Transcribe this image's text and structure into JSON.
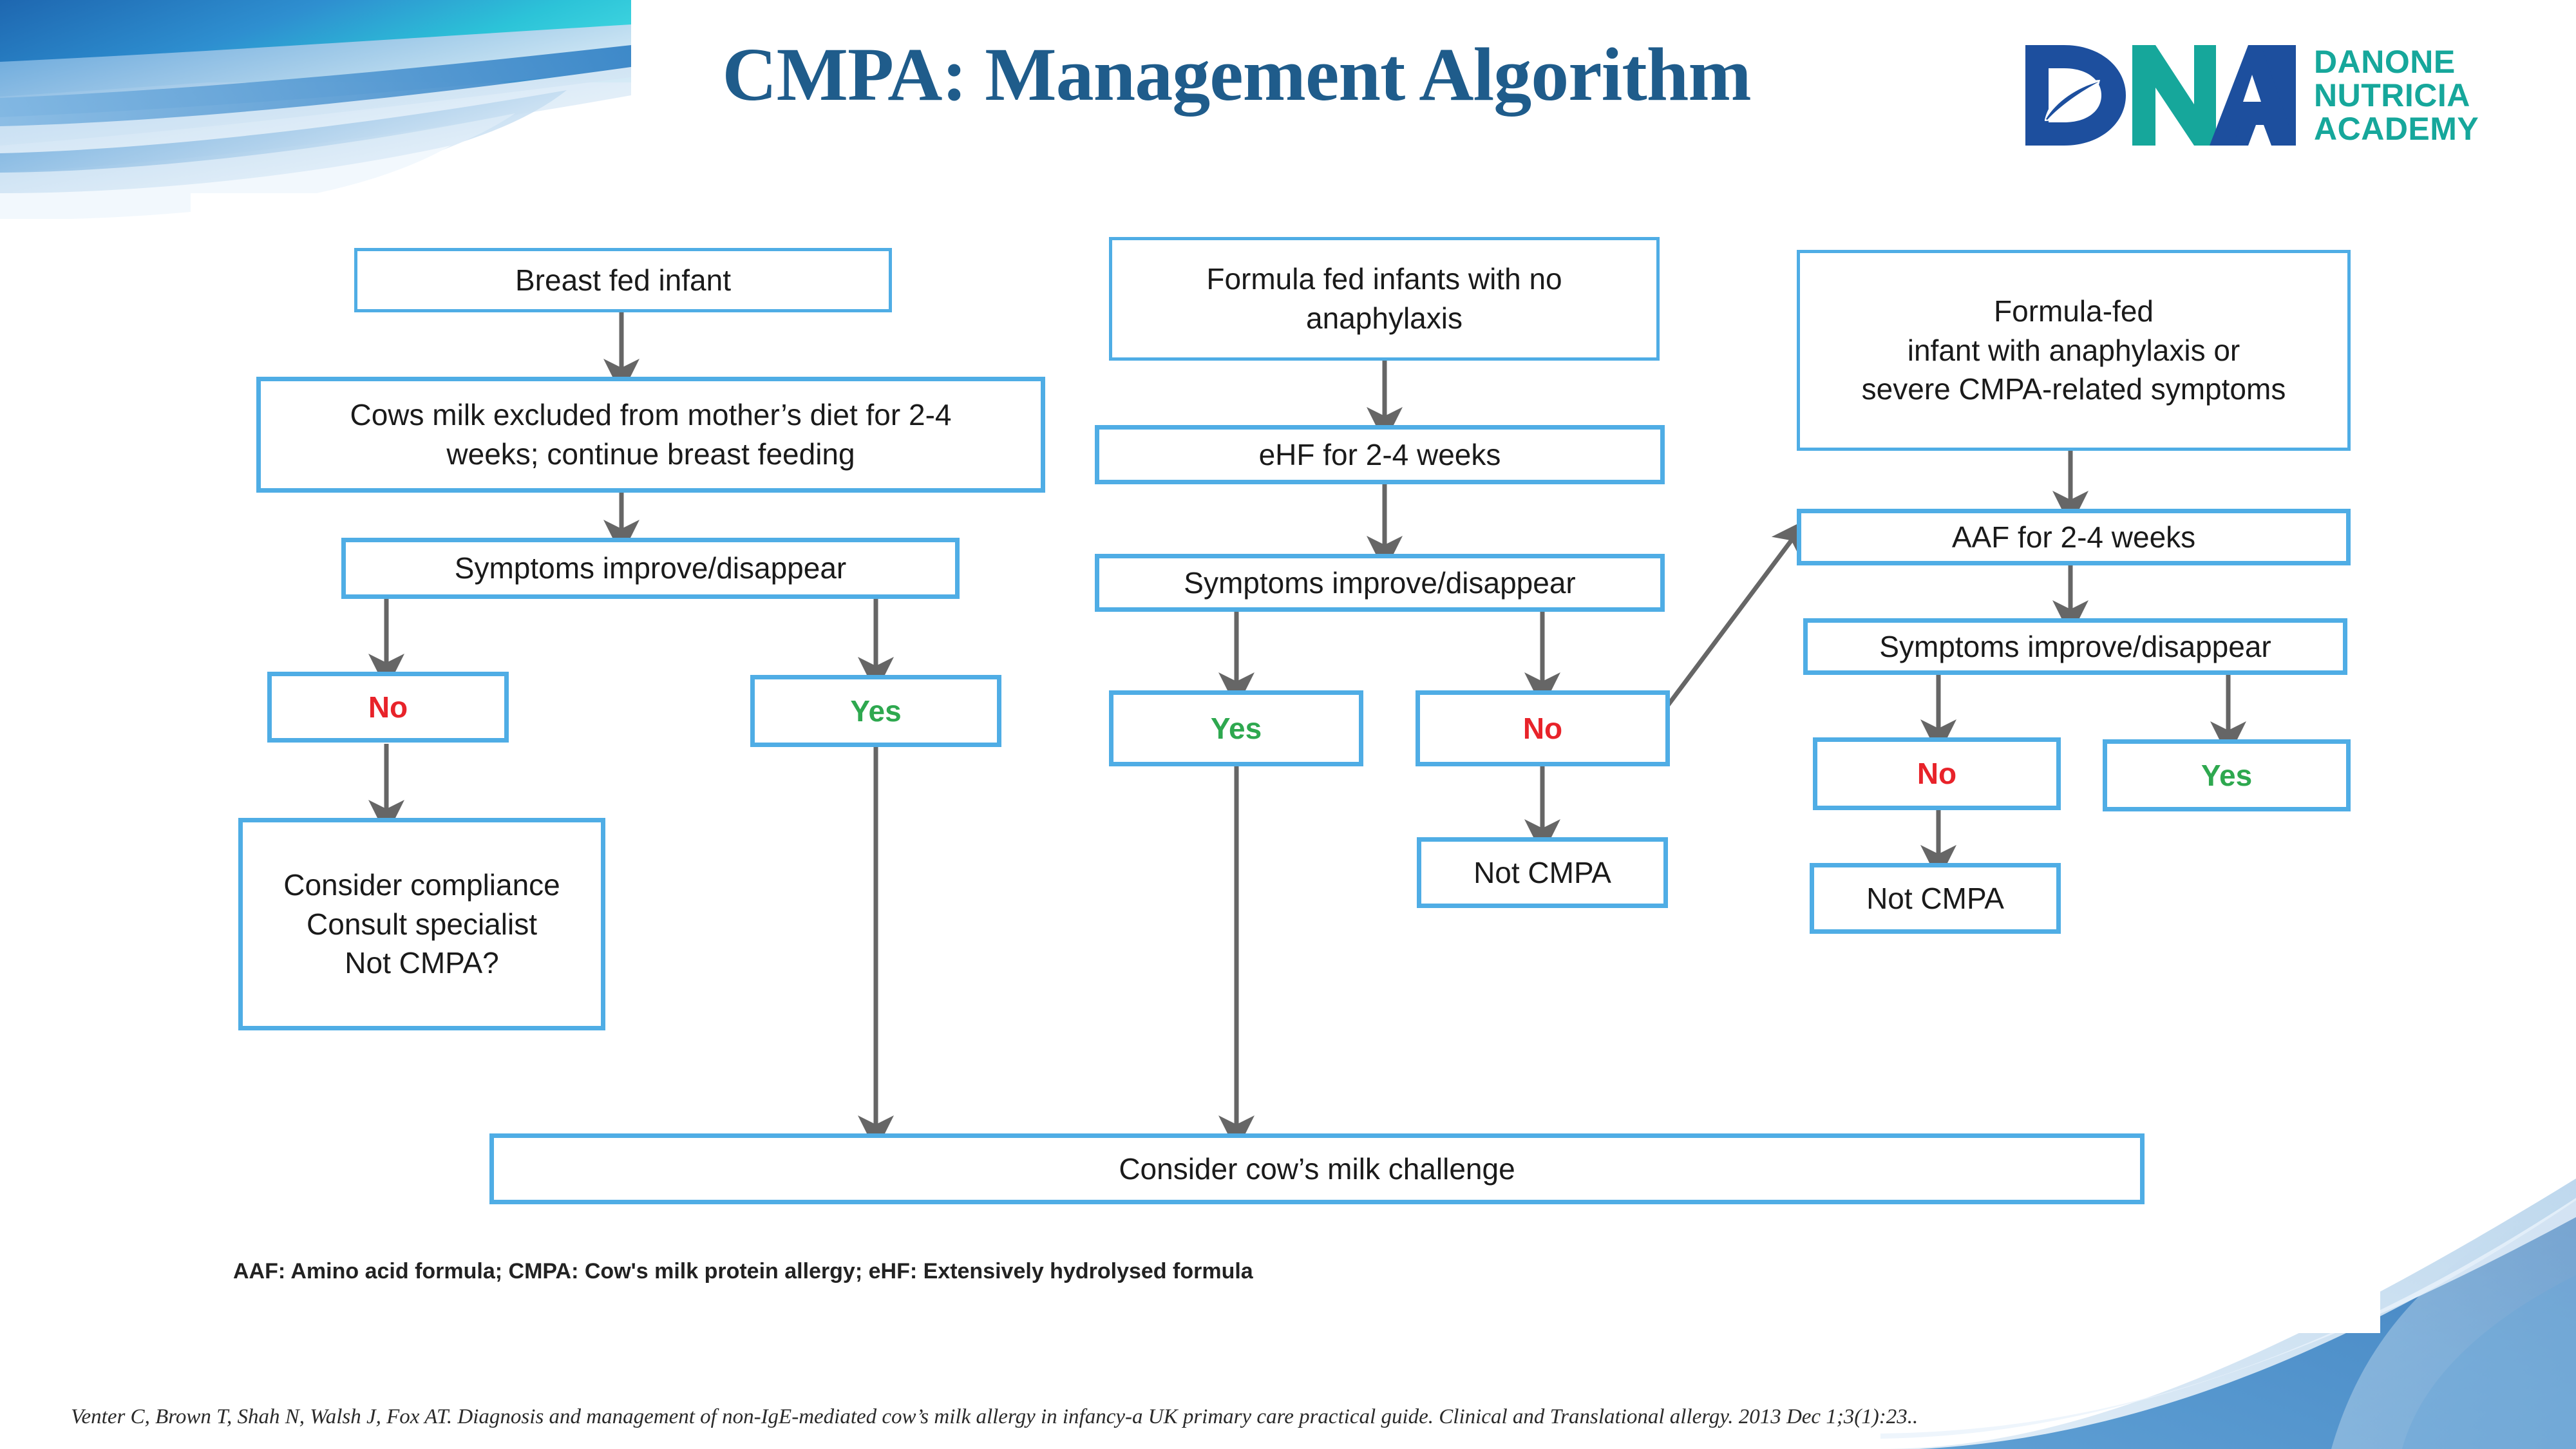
{
  "header": {
    "title": "CMPA: Management Algorithm",
    "logo": {
      "mark_letters": "DNA",
      "line1": "DANONE",
      "line2": "NUTRICIA",
      "line3": "ACADEMY",
      "color_blue": "#1D4F9E",
      "color_teal": "#16A79B"
    }
  },
  "colors": {
    "title": "#1F5C8B",
    "box_border": "#4FADE5",
    "arrow": "#666666",
    "answer_no": "#E8232A",
    "answer_yes": "#2EA84F"
  },
  "chart_data": {
    "type": "flowchart",
    "title": "CMPA: Management Algorithm",
    "nodes": [
      {
        "id": "breast-fed-infant",
        "label": "Breast fed infant"
      },
      {
        "id": "cows-milk-excluded",
        "label": "Cows milk excluded from mother’s diet for 2-4 weeks; continue breast feeding"
      },
      {
        "id": "symptoms-left",
        "label": "Symptoms improve/disappear"
      },
      {
        "id": "left-no",
        "label": "No"
      },
      {
        "id": "left-yes",
        "label": "Yes"
      },
      {
        "id": "consider-compliance",
        "label": "Consider compliance\nConsult specialist\nNot CMPA?"
      },
      {
        "id": "formula-fed-no-anaphylaxis",
        "label": "Formula fed infants with no anaphylaxis"
      },
      {
        "id": "ehf-2-4-weeks",
        "label": "eHF for 2-4 weeks"
      },
      {
        "id": "symptoms-mid",
        "label": "Symptoms improve/disappear"
      },
      {
        "id": "mid-yes",
        "label": "Yes"
      },
      {
        "id": "mid-no",
        "label": "No"
      },
      {
        "id": "mid-not-cmpa",
        "label": "Not CMPA"
      },
      {
        "id": "formula-fed-anaphylaxis",
        "label": "Formula-fed\ninfant with anaphylaxis or\nsevere CMPA-related symptoms"
      },
      {
        "id": "aaf-2-4-weeks",
        "label": "AAF for 2-4 weeks"
      },
      {
        "id": "symptoms-right",
        "label": "Symptoms improve/disappear"
      },
      {
        "id": "right-no",
        "label": "No"
      },
      {
        "id": "right-yes",
        "label": "Yes"
      },
      {
        "id": "right-not-cmpa",
        "label": "Not CMPA"
      },
      {
        "id": "consider-challenge",
        "label": "Consider cow’s milk challenge"
      }
    ],
    "edges": [
      {
        "from": "breast-fed-infant",
        "to": "cows-milk-excluded"
      },
      {
        "from": "cows-milk-excluded",
        "to": "symptoms-left"
      },
      {
        "from": "symptoms-left",
        "to": "left-no"
      },
      {
        "from": "symptoms-left",
        "to": "left-yes"
      },
      {
        "from": "left-no",
        "to": "consider-compliance"
      },
      {
        "from": "left-yes",
        "to": "consider-challenge"
      },
      {
        "from": "formula-fed-no-anaphylaxis",
        "to": "ehf-2-4-weeks"
      },
      {
        "from": "ehf-2-4-weeks",
        "to": "symptoms-mid"
      },
      {
        "from": "symptoms-mid",
        "to": "mid-yes"
      },
      {
        "from": "symptoms-mid",
        "to": "mid-no"
      },
      {
        "from": "mid-yes",
        "to": "consider-challenge"
      },
      {
        "from": "mid-no",
        "to": "mid-not-cmpa"
      },
      {
        "from": "mid-no",
        "to": "aaf-2-4-weeks"
      },
      {
        "from": "formula-fed-anaphylaxis",
        "to": "aaf-2-4-weeks"
      },
      {
        "from": "aaf-2-4-weeks",
        "to": "symptoms-right"
      },
      {
        "from": "symptoms-right",
        "to": "right-no"
      },
      {
        "from": "symptoms-right",
        "to": "right-yes"
      },
      {
        "from": "right-no",
        "to": "right-not-cmpa"
      }
    ]
  },
  "nodes": {
    "breast_fed_infant": "Breast fed infant",
    "cows_milk_excluded_l1": "Cows milk excluded from mother’s diet for 2-4",
    "cows_milk_excluded_l2": "weeks; continue breast feeding",
    "symptoms_left": "Symptoms improve/disappear",
    "left_no": "No",
    "left_yes": "Yes",
    "consider_compliance_l1": "Consider compliance",
    "consider_compliance_l2": "Consult specialist",
    "consider_compliance_l3": "Not CMPA?",
    "formula_fed_no_anaphylaxis_l1": "Formula fed infants with no",
    "formula_fed_no_anaphylaxis_l2": "anaphylaxis",
    "ehf_weeks": "eHF for 2-4 weeks",
    "symptoms_mid": "Symptoms improve/disappear",
    "mid_yes": "Yes",
    "mid_no": "No",
    "mid_not_cmpa": "Not CMPA",
    "formula_fed_anaphylaxis_l1": "Formula-fed",
    "formula_fed_anaphylaxis_l2": "infant with anaphylaxis or",
    "formula_fed_anaphylaxis_l3": "severe CMPA-related symptoms",
    "aaf_weeks": "AAF for 2-4 weeks",
    "symptoms_right": "Symptoms improve/disappear",
    "right_no": "No",
    "right_yes": "Yes",
    "right_not_cmpa": "Not CMPA",
    "consider_challenge": "Consider cow’s milk challenge"
  },
  "footnotes": {
    "abbreviations": "AAF: Amino acid formula; CMPA: Cow's milk protein allergy; eHF: Extensively hydrolysed formula",
    "citation": "Venter C, Brown T, Shah N, Walsh J, Fox AT. Diagnosis and management of non-IgE-mediated cow’s milk allergy in infancy-a UK primary care practical guide. Clinical and Translational allergy. 2013 Dec 1;3(1):23.."
  }
}
